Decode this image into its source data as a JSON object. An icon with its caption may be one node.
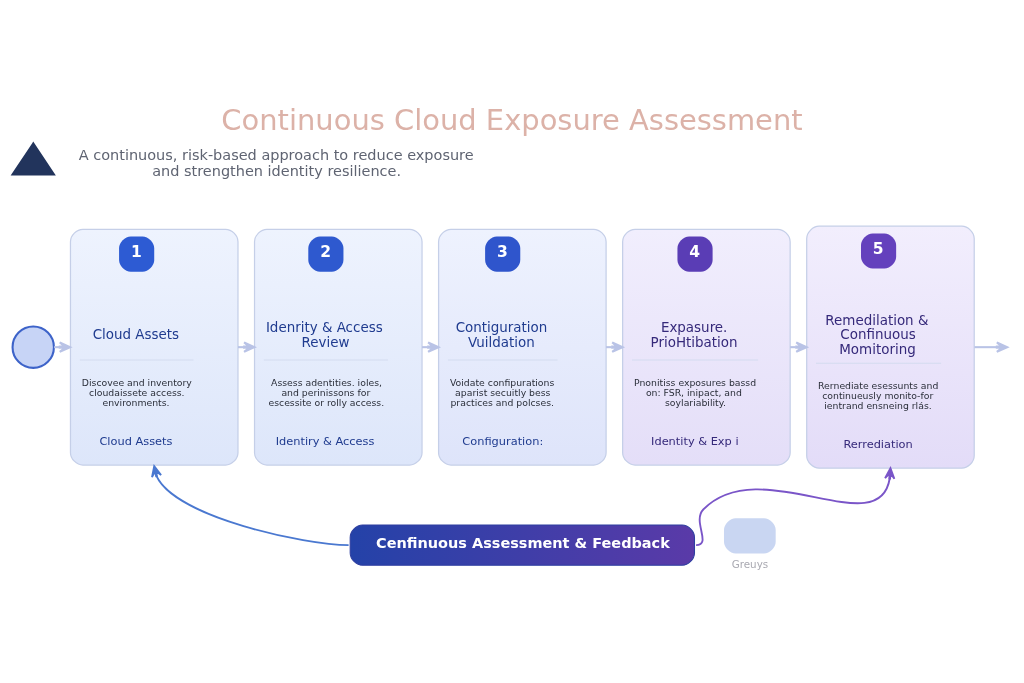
{
  "diagram": {
    "title": "Continuous Cloud Exposure Assessment",
    "nodes": [
      {
        "text": [],
        "shape": "triangle"
      },
      {
        "text": [],
        "shape": "circle"
      },
      {
        "text": [
          "Greuys"
        ]
      },
      {
        "text": [
          "1",
          "Cloud Assets",
          "Discovee and inventory cloudaissete access. environments.",
          "Cloud Assets"
        ]
      },
      {
        "text": [
          "2",
          "Idenrity & Access Review",
          "Assess adentities. ioles, and perinissons for escessite or rolly access.",
          "Identiry & Access"
        ]
      },
      {
        "text": [
          "3",
          "Contiguration Vuildation",
          "Voidate confipurations aparist secuitly bess practices and polcses.",
          "Configuration:"
        ]
      },
      {
        "text": [
          "4",
          "Expasure. PrioHtibation",
          "Pnonitiss exposures bassd on: FSR, inipact, and soylariability.",
          "Identity & Exp i"
        ]
      },
      {
        "text": [
          "5",
          "Remedilation & Confinuous Momitoring",
          "Rernediate esessunts and continueusly monito-for ientrand ensneing rlás.",
          "Rerrediation"
        ]
      },
      {
        "text": [
          "Cenfinuous Assessment & Feedback"
        ]
      }
    ],
    "edges": [
      {
        "from": 1,
        "to": 3,
        "arrow": "to"
      },
      {
        "from": 3,
        "to": 4,
        "arrow": "to"
      },
      {
        "from": 4,
        "to": 5,
        "arrow": "to"
      },
      {
        "from": 5,
        "to": 6,
        "arrow": "to"
      },
      {
        "from": 6,
        "to": 7,
        "arrow": "to"
      },
      {
        "from": 7,
        "to": null,
        "arrow": "to"
      },
      {
        "from": 8,
        "to": 3,
        "arrow": "to",
        "color": "#4a78d0"
      },
      {
        "from": 8,
        "to": 7,
        "arrow": "to",
        "color": "#7a55c8"
      }
    ],
    "labels": [
      "A continuous, risk-based approach to reduce exposure and strengthen identity resilience."
    ]
  }
}
